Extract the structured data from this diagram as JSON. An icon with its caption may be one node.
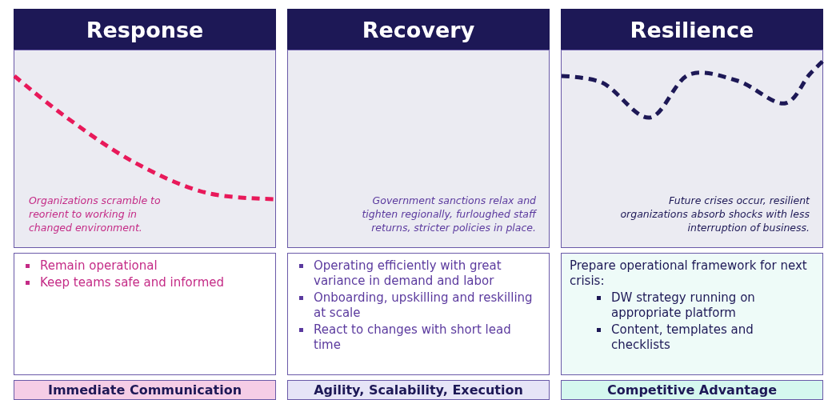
{
  "diagram": {
    "nodes": [
      {
        "text": [
          "Response"
        ]
      },
      {
        "text": [
          "Recovery"
        ]
      },
      {
        "text": [
          "Resilience"
        ]
      },
      {
        "text": [
          "Organizations scramble to reorient to working in changed environment."
        ]
      },
      {
        "text": [
          "Government sanctions relax and tighten regionally, furloughed staff returns, stricter policies in place."
        ]
      },
      {
        "text": [
          "Future crises occur, resilient organizations absorb shocks with less interruption of business."
        ]
      },
      {
        "text": [
          "Remain operational",
          "Keep teams safe and informed"
        ]
      },
      {
        "text": [
          "Operating efficiently with great variance in demand and labor",
          "Onboarding, upskilling and reskilling at scale",
          "React to changes with short lead time"
        ]
      },
      {
        "text": [
          "Prepare operational framework for next crisis:",
          "DW strategy running on appropriate platform",
          "Content, templates and checklists"
        ]
      },
      {
        "text": [
          "Immediate Communication"
        ]
      },
      {
        "text": [
          "Agility, Scalability, Execution"
        ]
      },
      {
        "text": [
          "Competitive Advantage"
        ]
      }
    ]
  }
}
